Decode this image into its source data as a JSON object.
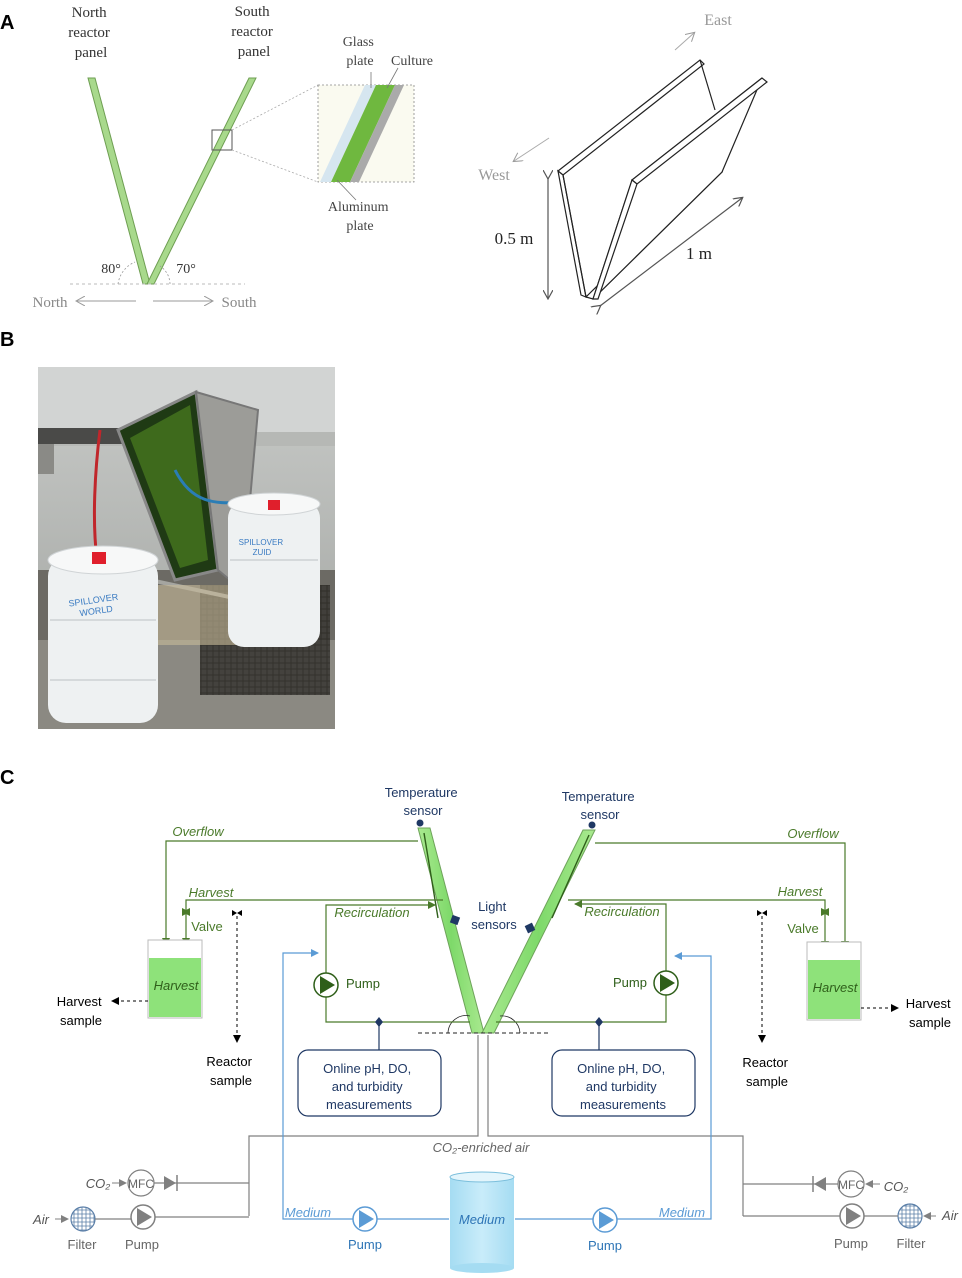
{
  "panel_a": {
    "letter": "A",
    "north_panel_label": [
      "North",
      "reactor",
      "panel"
    ],
    "south_panel_label": [
      "South",
      "reactor",
      "panel"
    ],
    "glass_label": [
      "Glass",
      "plate"
    ],
    "culture_label": "Culture",
    "aluminum_label": [
      "Aluminum",
      "plate"
    ],
    "angle_north": "80°",
    "angle_south": "70°",
    "dir_north": "North",
    "dir_south": "South",
    "dir_east": "East",
    "dir_west": "West",
    "dim_height": "0.5 m",
    "dim_length": "1 m"
  },
  "panel_b": {
    "letter": "B",
    "tank_label_left": [
      "SPILLOVER",
      "WORLD"
    ],
    "tank_label_right": [
      "SPILLOVER",
      "ZUID"
    ]
  },
  "panel_c": {
    "letter": "C",
    "temp_sensor_left": [
      "Temperature",
      "sensor"
    ],
    "temp_sensor_right": [
      "Temperature",
      "sensor"
    ],
    "overflow_left": "Overflow",
    "overflow_right": "Overflow",
    "harvest_line_left": "Harvest",
    "harvest_line_right": "Harvest",
    "valve_left": "Valve",
    "valve_right": "Valve",
    "recirc_left": "Recirculation",
    "recirc_right": "Recirculation",
    "light_sensors": [
      "Light",
      "sensors"
    ],
    "pump_left": "Pump",
    "pump_right": "Pump",
    "harvest_vessel_left": "Harvest",
    "harvest_vessel_right": "Harvest",
    "harvest_sample_left": [
      "Harvest",
      "sample"
    ],
    "harvest_sample_right": [
      "Harvest",
      "sample"
    ],
    "reactor_sample_left": [
      "Reactor",
      "sample"
    ],
    "reactor_sample_right": [
      "Reactor",
      "sample"
    ],
    "online_left": [
      "Online pH, DO,",
      "and turbidity",
      "measurements"
    ],
    "online_right": [
      "Online pH, DO,",
      "and turbidity",
      "measurements"
    ],
    "co2_air": "CO₂-enriched air",
    "co2_left": "CO₂",
    "co2_right": "CO₂",
    "mfc_left": "MFC",
    "mfc_right": "MFC",
    "air_left": "Air",
    "air_right": "Air",
    "filter_left": "Filter",
    "filter_right": "Filter",
    "air_pump_left": "Pump",
    "air_pump_right": "Pump",
    "medium_left": "Medium",
    "medium_right": "Medium",
    "medium_tank": "Medium",
    "medium_pump_left": "Pump",
    "medium_pump_right": "Pump"
  },
  "colors": {
    "green_line": "#4a7a2a",
    "green_fill": "#8ee27a",
    "blue_line": "#5b9bd5",
    "blue_fill": "#bde6f5",
    "navy": "#1f3864",
    "gray": "#808080"
  }
}
